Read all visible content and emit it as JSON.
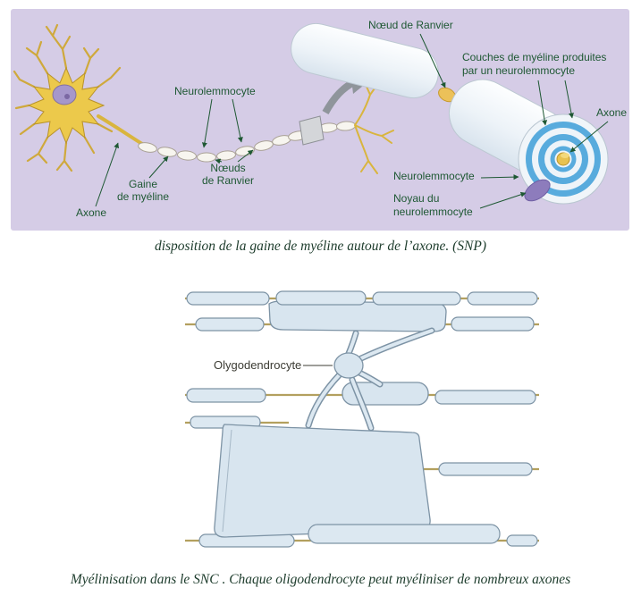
{
  "figure1": {
    "caption": "disposition de la gaine de myéline autour de l’axone. (SNP)",
    "labels": {
      "neurolemmocyte_left": "Neurolemmocyte",
      "noeuds_line1": "Nœuds",
      "noeuds_line2": "de Ranvier",
      "gaine_line1": "Gaine",
      "gaine_line2": "de myéline",
      "axone_left": "Axone",
      "noeud_ranvier_top": "Nœud de Ranvier",
      "couches_line1": "Couches de myéline produites",
      "couches_line2": "par un neurolemmocyte",
      "axone_right": "Axone",
      "neurolemmocyte_right": "Neurolemmocyte",
      "noyau_line1": "Noyau du",
      "noyau_line2": "neurolemmocyte"
    },
    "colors": {
      "panel_background": "#d5cce6",
      "neuron_yellow": "#ecc94b",
      "nucleus_purple": "#a697cb",
      "myelin_ring_blue": "#58abdd",
      "node_yellow": "#ecc159",
      "label_green": "#1e5833"
    }
  },
  "figure2": {
    "caption": "Myélinisation dans le SNC . Chaque oligodendrocyte peut myéliniser de nombreux axones",
    "labels": {
      "oligodendrocyte": "Olygodendrocyte"
    },
    "colors": {
      "sheath_fill": "#dce8f1",
      "outline": "#7d93a5",
      "axon_tan": "#b3a05e"
    }
  }
}
